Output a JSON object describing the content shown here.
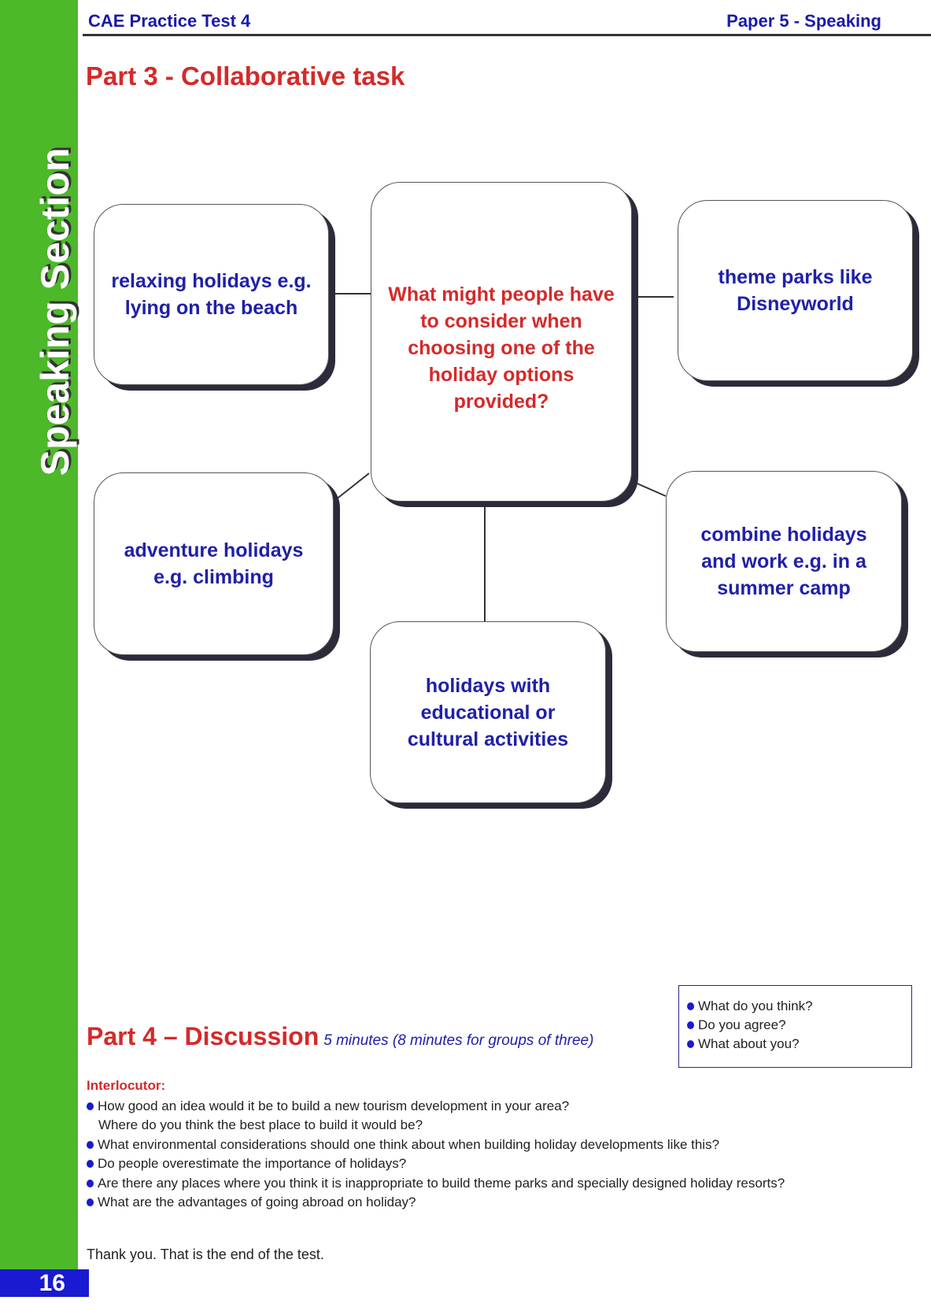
{
  "sidebar": {
    "section_title": "Speaking Section",
    "page_number": "16"
  },
  "header": {
    "left": "CAE Practice Test 4",
    "right": "Paper 5 - Speaking"
  },
  "part3": {
    "title": "Part 3 - Collaborative task",
    "center_question": "What might people have to consider when choosing one of the holiday options provided?",
    "options": [
      "relaxing holidays e.g. lying on the beach",
      "theme parks like Disneyworld",
      "adventure holidays e.g. climbing",
      "combine holidays and work e.g. in a summer camp",
      "holidays with educational or cultural activities"
    ]
  },
  "part4": {
    "title": "Part 4 – Discussion",
    "subtitle": "5 minutes (8 minutes for groups of three)",
    "prompts": [
      "What do you think?",
      "Do you agree?",
      "What about you?"
    ],
    "interlocutor_label": "Interlocutor:",
    "questions": [
      "How good an idea would it be to build a new tourism development in your area?",
      "Where do you think the best place to build it would be?",
      "What environmental considerations should one think about when building holiday developments like this?",
      "Do people overestimate the importance of holidays?",
      "Are there any places where you think it is inappropriate to build theme parks and specially designed holiday resorts?",
      "What are the advantages of going abroad on holiday?"
    ],
    "closing": "Thank you. That is the end of the test."
  },
  "colors": {
    "green": "#4cb82a",
    "blue": "#2020a8",
    "red": "#d42a2a"
  }
}
